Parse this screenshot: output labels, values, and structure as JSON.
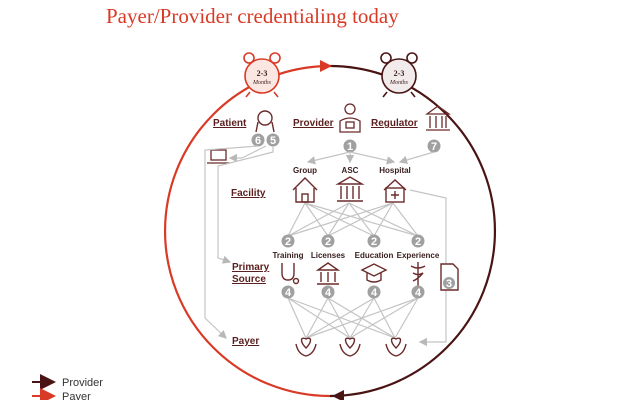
{
  "title": "Payer/Provider credentialing today",
  "clocks": [
    {
      "line1": "2-3",
      "line2": "Months"
    },
    {
      "line1": "2-3",
      "line2": "Months"
    }
  ],
  "actors": {
    "patient": "Patient",
    "provider": "Provider",
    "regulator": "Regulator"
  },
  "rows": {
    "facility": "Facility",
    "primary_source_line1": "Primary",
    "primary_source_line2": "Source",
    "payer": "Payer"
  },
  "facilities": [
    "Group",
    "ASC",
    "Hospital"
  ],
  "sources": [
    "Training",
    "Licenses",
    "Education",
    "Experience"
  ],
  "steps": {
    "patient_a": "6",
    "patient_b": "5",
    "provider": "1",
    "regulator": "7",
    "facility_to_source": [
      "2",
      "2",
      "2",
      "2"
    ],
    "source_to_payer": [
      "4",
      "4",
      "4",
      "4"
    ],
    "document": "3"
  },
  "legend": [
    {
      "label": "Provider",
      "color": "#4a1414"
    },
    {
      "label": "Payer",
      "color": "#d93a26"
    }
  ],
  "colors": {
    "payer_red": "#d93a26",
    "provider_maroon": "#4a1414",
    "badge_gray": "#a0a0a0",
    "line_gray": "#c4c4c4",
    "icon_maroon": "#6b2a2a"
  }
}
